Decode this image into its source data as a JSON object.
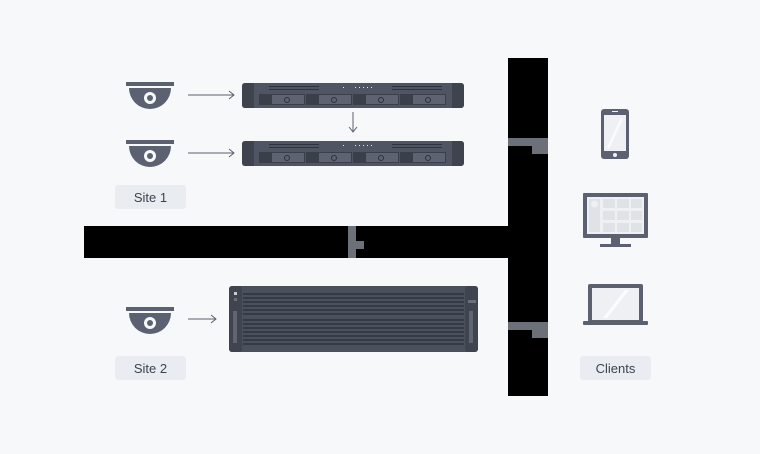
{
  "diagram": {
    "site1": {
      "label": "Site 1",
      "cameras": [
        "camera-1",
        "camera-2"
      ],
      "recorders": [
        "nas-1u-a",
        "nas-1u-b"
      ]
    },
    "site2": {
      "label": "Site 2",
      "cameras": [
        "camera-3"
      ],
      "recorders": [
        "nas-rack-3u"
      ]
    },
    "clients": {
      "label": "Clients",
      "devices": [
        "phone-icon",
        "monitor-icon",
        "laptop-icon"
      ]
    },
    "colors": {
      "background": "#f7f8fa",
      "device": "#5b6170",
      "device_dark": "#3e434e",
      "label_bg": "#e9ecf0",
      "label_text": "#3c4350",
      "network": "#000000",
      "arrow": "#5b6170"
    }
  }
}
